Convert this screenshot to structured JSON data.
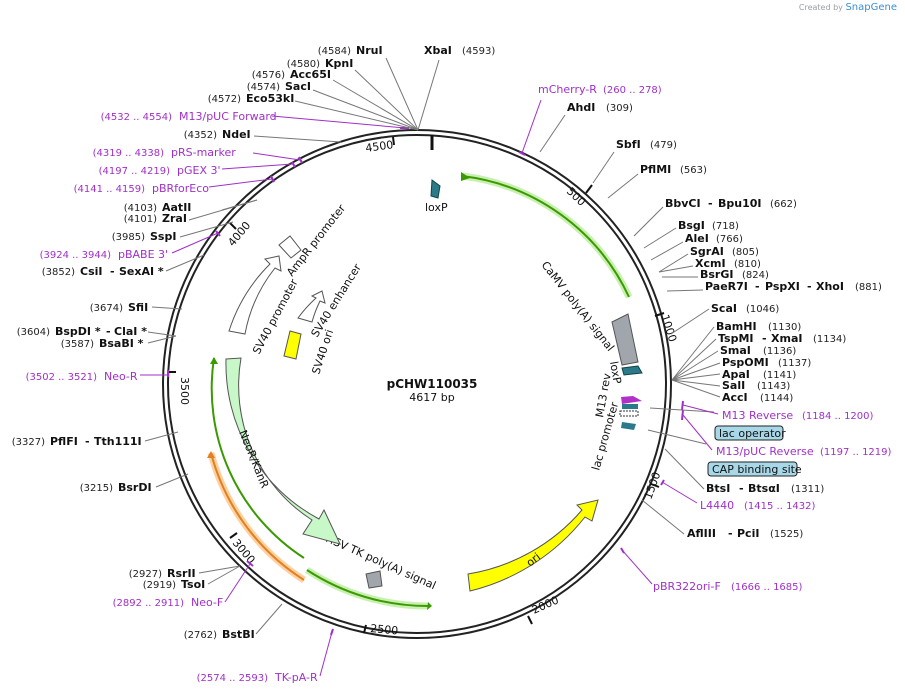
{
  "credit": {
    "prefix": "Created by",
    "brand": "SnapGene"
  },
  "plasmid": {
    "name": "pCHW110035",
    "size_label": "4617 bp"
  },
  "ticks": [
    "500",
    "1000",
    "1500",
    "2000",
    "2500",
    "3000",
    "3500",
    "4000",
    "4500"
  ],
  "right_labels": [
    {
      "name": "AhdI",
      "pos": "(309)"
    },
    {
      "name": "SbfI",
      "pos": "(479)"
    },
    {
      "name": "PflMI",
      "pos": "(563)"
    },
    {
      "name": "BbvCI",
      "sep": "-",
      "name2": "Bpu10I",
      "pos": "(662)"
    },
    {
      "name": "BsgI",
      "pos": "(718)"
    },
    {
      "name": "AleI",
      "pos": "(766)"
    },
    {
      "name": "SgrAI",
      "pos": "(805)"
    },
    {
      "name": "XcmI",
      "pos": "(810)"
    },
    {
      "name": "BsrGI",
      "pos": "(824)"
    },
    {
      "name": "PaeR7I",
      "sep": "-",
      "name2": "PspXI",
      "sep2": "-",
      "name3": "XhoI",
      "pos": "(881)"
    },
    {
      "name": "ScaI",
      "pos": "(1046)"
    },
    {
      "name": "BamHI",
      "pos": "(1130)"
    },
    {
      "name": "TspMI",
      "sep": "-",
      "name2": "XmaI",
      "pos": "(1134)"
    },
    {
      "name": "SmaI",
      "pos": "(1136)"
    },
    {
      "name": "PspOMI",
      "pos": "(1137)"
    },
    {
      "name": "ApaI",
      "pos": "(1141)"
    },
    {
      "name": "SalI",
      "pos": "(1143)"
    },
    {
      "name": "AccI",
      "pos": "(1144)"
    },
    {
      "name": "BtsI",
      "sep": "-",
      "name2": "BtsαI",
      "pos": "(1311)"
    },
    {
      "name": "AflIII",
      "sep": "-",
      "name2": "PciI",
      "pos": "(1525)"
    }
  ],
  "left_labels": [
    {
      "name": "NruI",
      "pos": "(4584)"
    },
    {
      "name": "KpnI",
      "pos": "(4580)"
    },
    {
      "name": "Acc65I",
      "pos": "(4576)"
    },
    {
      "name": "SacI",
      "pos": "(4574)"
    },
    {
      "name": "Eco53kI",
      "pos": "(4572)"
    },
    {
      "name": "NdeI",
      "pos": "(4352)"
    },
    {
      "name": "AatII",
      "pos": "(4103)"
    },
    {
      "name": "ZraI",
      "pos": "(4101)"
    },
    {
      "name": "SspI",
      "pos": "(3985)"
    },
    {
      "name": "CsiI",
      "sep": "-",
      "name2": "SexAI *",
      "pos": "(3852)"
    },
    {
      "name": "SfiI",
      "pos": "(3674)"
    },
    {
      "name": "BspDI *",
      "sep": "-",
      "name2": "ClaI *",
      "pos": "(3604)"
    },
    {
      "name": "BsaBI *",
      "pos": "(3587)"
    },
    {
      "name": "PflFI",
      "sep": "-",
      "name2": "Tth111I",
      "pos": "(3327)"
    },
    {
      "name": "BsrDI",
      "pos": "(3215)"
    },
    {
      "name": "RsrII",
      "pos": "(2927)"
    },
    {
      "name": "TsoI",
      "pos": "(2919)"
    },
    {
      "name": "BstBI",
      "pos": "(2762)"
    }
  ],
  "top_label": {
    "name": "XbaI",
    "pos": "(4593)"
  },
  "primers": [
    {
      "name": "mCherry-R",
      "pos": "(260 .. 278)"
    },
    {
      "name": "M13 Reverse",
      "pos": "(1184 .. 1200)"
    },
    {
      "name": "M13/pUC Reverse",
      "pos": "(1197 .. 1219)"
    },
    {
      "name": "L4440",
      "pos": "(1415 .. 1432)"
    },
    {
      "name": "pBR322ori-F",
      "pos": "(1666 .. 1685)"
    },
    {
      "name": "TK-pA-R",
      "pos": "(2574 .. 2593)"
    },
    {
      "name": "Neo-F",
      "pos": "(2892 .. 2911)"
    },
    {
      "name": "Neo-R",
      "pos": "(3502 .. 3521)"
    },
    {
      "name": "pBABE 3'",
      "pos": "(3924 .. 3944)"
    },
    {
      "name": "pBRforEco",
      "pos": "(4141 .. 4159)"
    },
    {
      "name": "pGEX 3'",
      "pos": "(4197 .. 4219)"
    },
    {
      "name": "pRS-marker",
      "pos": "(4319 .. 4338)"
    },
    {
      "name": "M13/pUC Forward",
      "pos": "(4532 .. 4554)"
    }
  ],
  "boxed": {
    "lac_operator": "lac operator",
    "cap_site": "CAP binding site"
  },
  "features": {
    "loxP_top": "loxP",
    "loxP_mid": "loxP",
    "camv": "CaMV poly(A) signal",
    "m13rev": "M13 rev",
    "lacprom": "lac promoter",
    "ampr": "AmpR promoter",
    "sv40p": "SV40 promoter",
    "sv40e": "SV40 enhancer",
    "sv40ori": "SV40 ori",
    "neor": "NeoR/KanR",
    "hsv": "HSV TK poly(A) signal",
    "ori": "ori"
  },
  "colors": {
    "primer": "#a030c8",
    "ori": "#ffff00",
    "neo": "#c8f0c8",
    "ampr": "#ffffff",
    "polyA": "#a0a0a0",
    "loxP": "#2a7a8a",
    "box": "#a8d8e8",
    "green_line": "#3a9a00",
    "orange": "#ffb060"
  }
}
